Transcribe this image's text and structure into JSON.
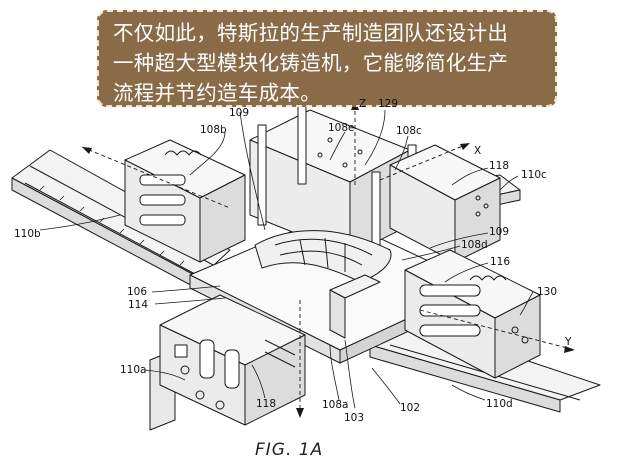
{
  "banner": {
    "lines": [
      "不仅如此，特斯拉的生产制造团队还设计出",
      "一种超大型模块化铸造机，它能够简化生产",
      "流程并节约造车成本。"
    ]
  },
  "labels": {
    "l109a": "109",
    "l108b": "108b",
    "lz": "Z",
    "l129": "129",
    "l108e": "108e",
    "l108c": "108c",
    "lx": "X",
    "l118a": "118",
    "l110c": "110c",
    "l110b": "110b",
    "l109b": "109",
    "l108d": "108d",
    "l116": "116",
    "l106": "106",
    "l114": "114",
    "l130": "130",
    "ly": "Y",
    "l110a": "110a",
    "l118b": "118",
    "l108a": "108a",
    "l103": "103",
    "l102": "102",
    "l110d": "110d"
  },
  "caption": "FIG. 1A"
}
